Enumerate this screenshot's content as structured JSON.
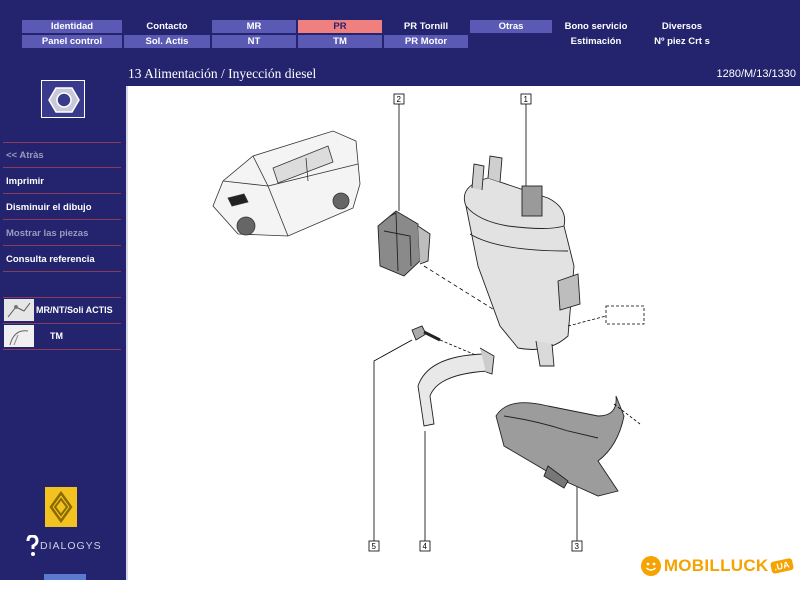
{
  "tabs": {
    "row1": [
      {
        "label": "Identidad",
        "style": "blue"
      },
      {
        "label": "Contacto",
        "style": "dark"
      },
      {
        "label": "MR",
        "style": "blue"
      },
      {
        "label": "PR",
        "style": "red"
      },
      {
        "label": "PR Tornill",
        "style": "dark"
      },
      {
        "label": "Otras",
        "style": "blue"
      },
      {
        "label": "Bono servicio",
        "style": "dark"
      },
      {
        "label": "Diversos",
        "style": "dark"
      }
    ],
    "row2": [
      {
        "label": "Panel control",
        "style": "blue"
      },
      {
        "label": "Sol. Actis",
        "style": "blue"
      },
      {
        "label": "NT",
        "style": "blue"
      },
      {
        "label": "TM",
        "style": "blue"
      },
      {
        "label": "PR Motor",
        "style": "blue"
      },
      {
        "label": "",
        "style": "dark"
      },
      {
        "label": "Estimación",
        "style": "dark"
      },
      {
        "label": "Nº piez Crt s",
        "style": "dark"
      }
    ]
  },
  "header": {
    "title": "13 Alimentación / Inyección diesel",
    "reference": "1280/M/13/1330"
  },
  "sidebar": {
    "nut_icon": "hexagon-nut-icon",
    "items": [
      {
        "label": "<< Atràs",
        "enabled": false
      },
      {
        "label": "Imprimir",
        "enabled": true
      },
      {
        "label": "Disminuir el dibujo",
        "enabled": true
      },
      {
        "label": "Mostrar las piezas",
        "enabled": false
      },
      {
        "label": "Consulta referencia",
        "enabled": true
      }
    ],
    "thumbnails": [
      {
        "label": "MR/NT/Soli ACTIS"
      },
      {
        "label": "TM"
      }
    ],
    "dialogys": "DIALOGYS"
  },
  "drawing": {
    "callouts": [
      "1",
      "2",
      "3",
      "4",
      "5"
    ]
  },
  "watermark": {
    "text": "MOBILLUCK",
    "badge": ".UA"
  },
  "colors": {
    "app_background": "#23236e",
    "tab_blue": "#5a5ab4",
    "tab_active": "#f08080",
    "separator": "#8a3b5b",
    "watermark": "#f4a300"
  }
}
